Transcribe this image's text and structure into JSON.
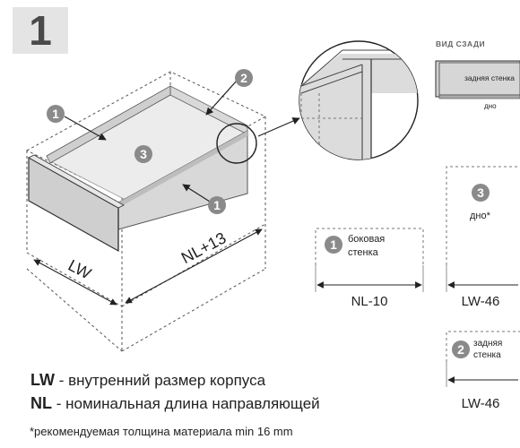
{
  "step": "1",
  "view_back_title": "ВИД СЗАДИ",
  "back_view": {
    "back_label": "задняя стенка",
    "bottom_label": "дно"
  },
  "callouts": {
    "side": "1",
    "back": "2",
    "bottom": "3"
  },
  "dimensions": {
    "lw": "LW",
    "nl13": "NL+13"
  },
  "parts": [
    {
      "num": "1",
      "label_line1": "боковая",
      "label_line2": "стенка",
      "dimension": "NL-10"
    },
    {
      "num": "3",
      "label_line1": "дно*",
      "label_line2": "",
      "dimension": "LW-46"
    },
    {
      "num": "2",
      "label_line1": "задняя",
      "label_line2": "стенка",
      "dimension": "LW-46"
    }
  ],
  "legend": [
    {
      "abbr": "LW",
      "text": " - внутренний размер корпуса"
    },
    {
      "abbr": "NL",
      "text": " - номинальная длина направляющей"
    }
  ],
  "footnote": "*рекомендуемая толщина материала min 16 mm"
}
